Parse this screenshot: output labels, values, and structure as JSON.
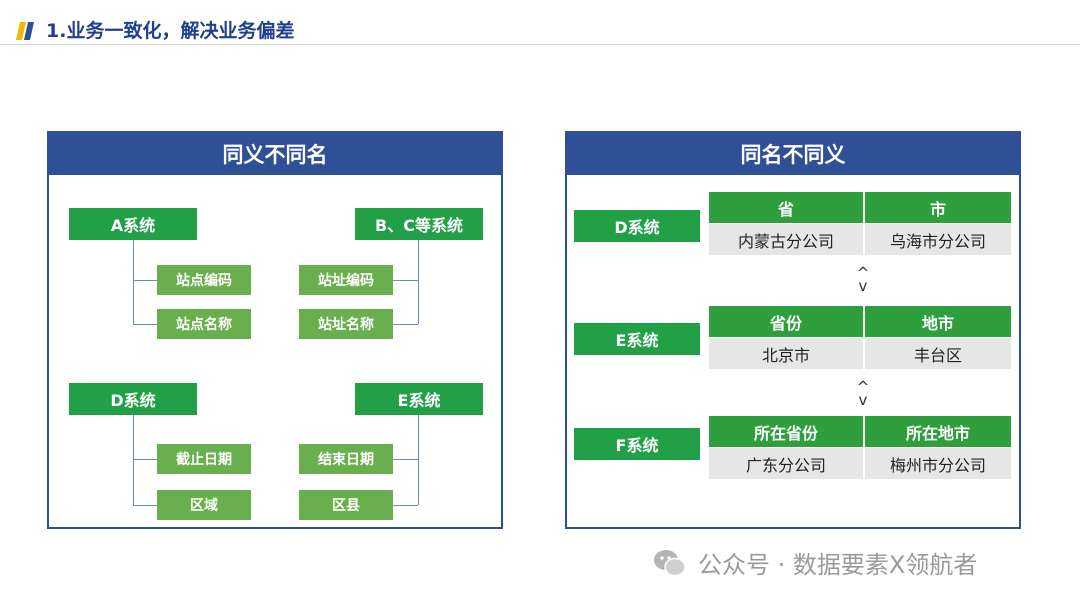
{
  "header": {
    "title": "1.业务一致化，解决业务偏差"
  },
  "left_panel": {
    "title": "同义不同名",
    "groups": [
      {
        "system": "A系统",
        "fields": [
          "站点编码",
          "站点名称"
        ]
      },
      {
        "system": "B、C等系统",
        "fields": [
          "站址编码",
          "站址名称"
        ]
      },
      {
        "system": "D系统",
        "fields": [
          "截止日期",
          "区域"
        ]
      },
      {
        "system": "E系统",
        "fields": [
          "结束日期",
          "区县"
        ]
      }
    ]
  },
  "right_panel": {
    "title": "同名不同义",
    "neq_top": "^",
    "neq_bottom": "v",
    "rows": [
      {
        "system": "D系统",
        "headers": [
          "省",
          "市"
        ],
        "values": [
          "内蒙古分公司",
          "乌海市分公司"
        ]
      },
      {
        "system": "E系统",
        "headers": [
          "省份",
          "地市"
        ],
        "values": [
          "北京市",
          "丰台区"
        ]
      },
      {
        "system": "F系统",
        "headers": [
          "所在省份",
          "所在地市"
        ],
        "values": [
          "广东分公司",
          "梅州市分公司"
        ]
      }
    ]
  },
  "watermark": {
    "text": "公众号 · 数据要素X领航者"
  },
  "colors": {
    "navy": "#2f4f96",
    "green": "#22a048",
    "light_green": "#6aaf4e",
    "table_header": "#2f9f3e",
    "cell": "#e6e6e6"
  }
}
